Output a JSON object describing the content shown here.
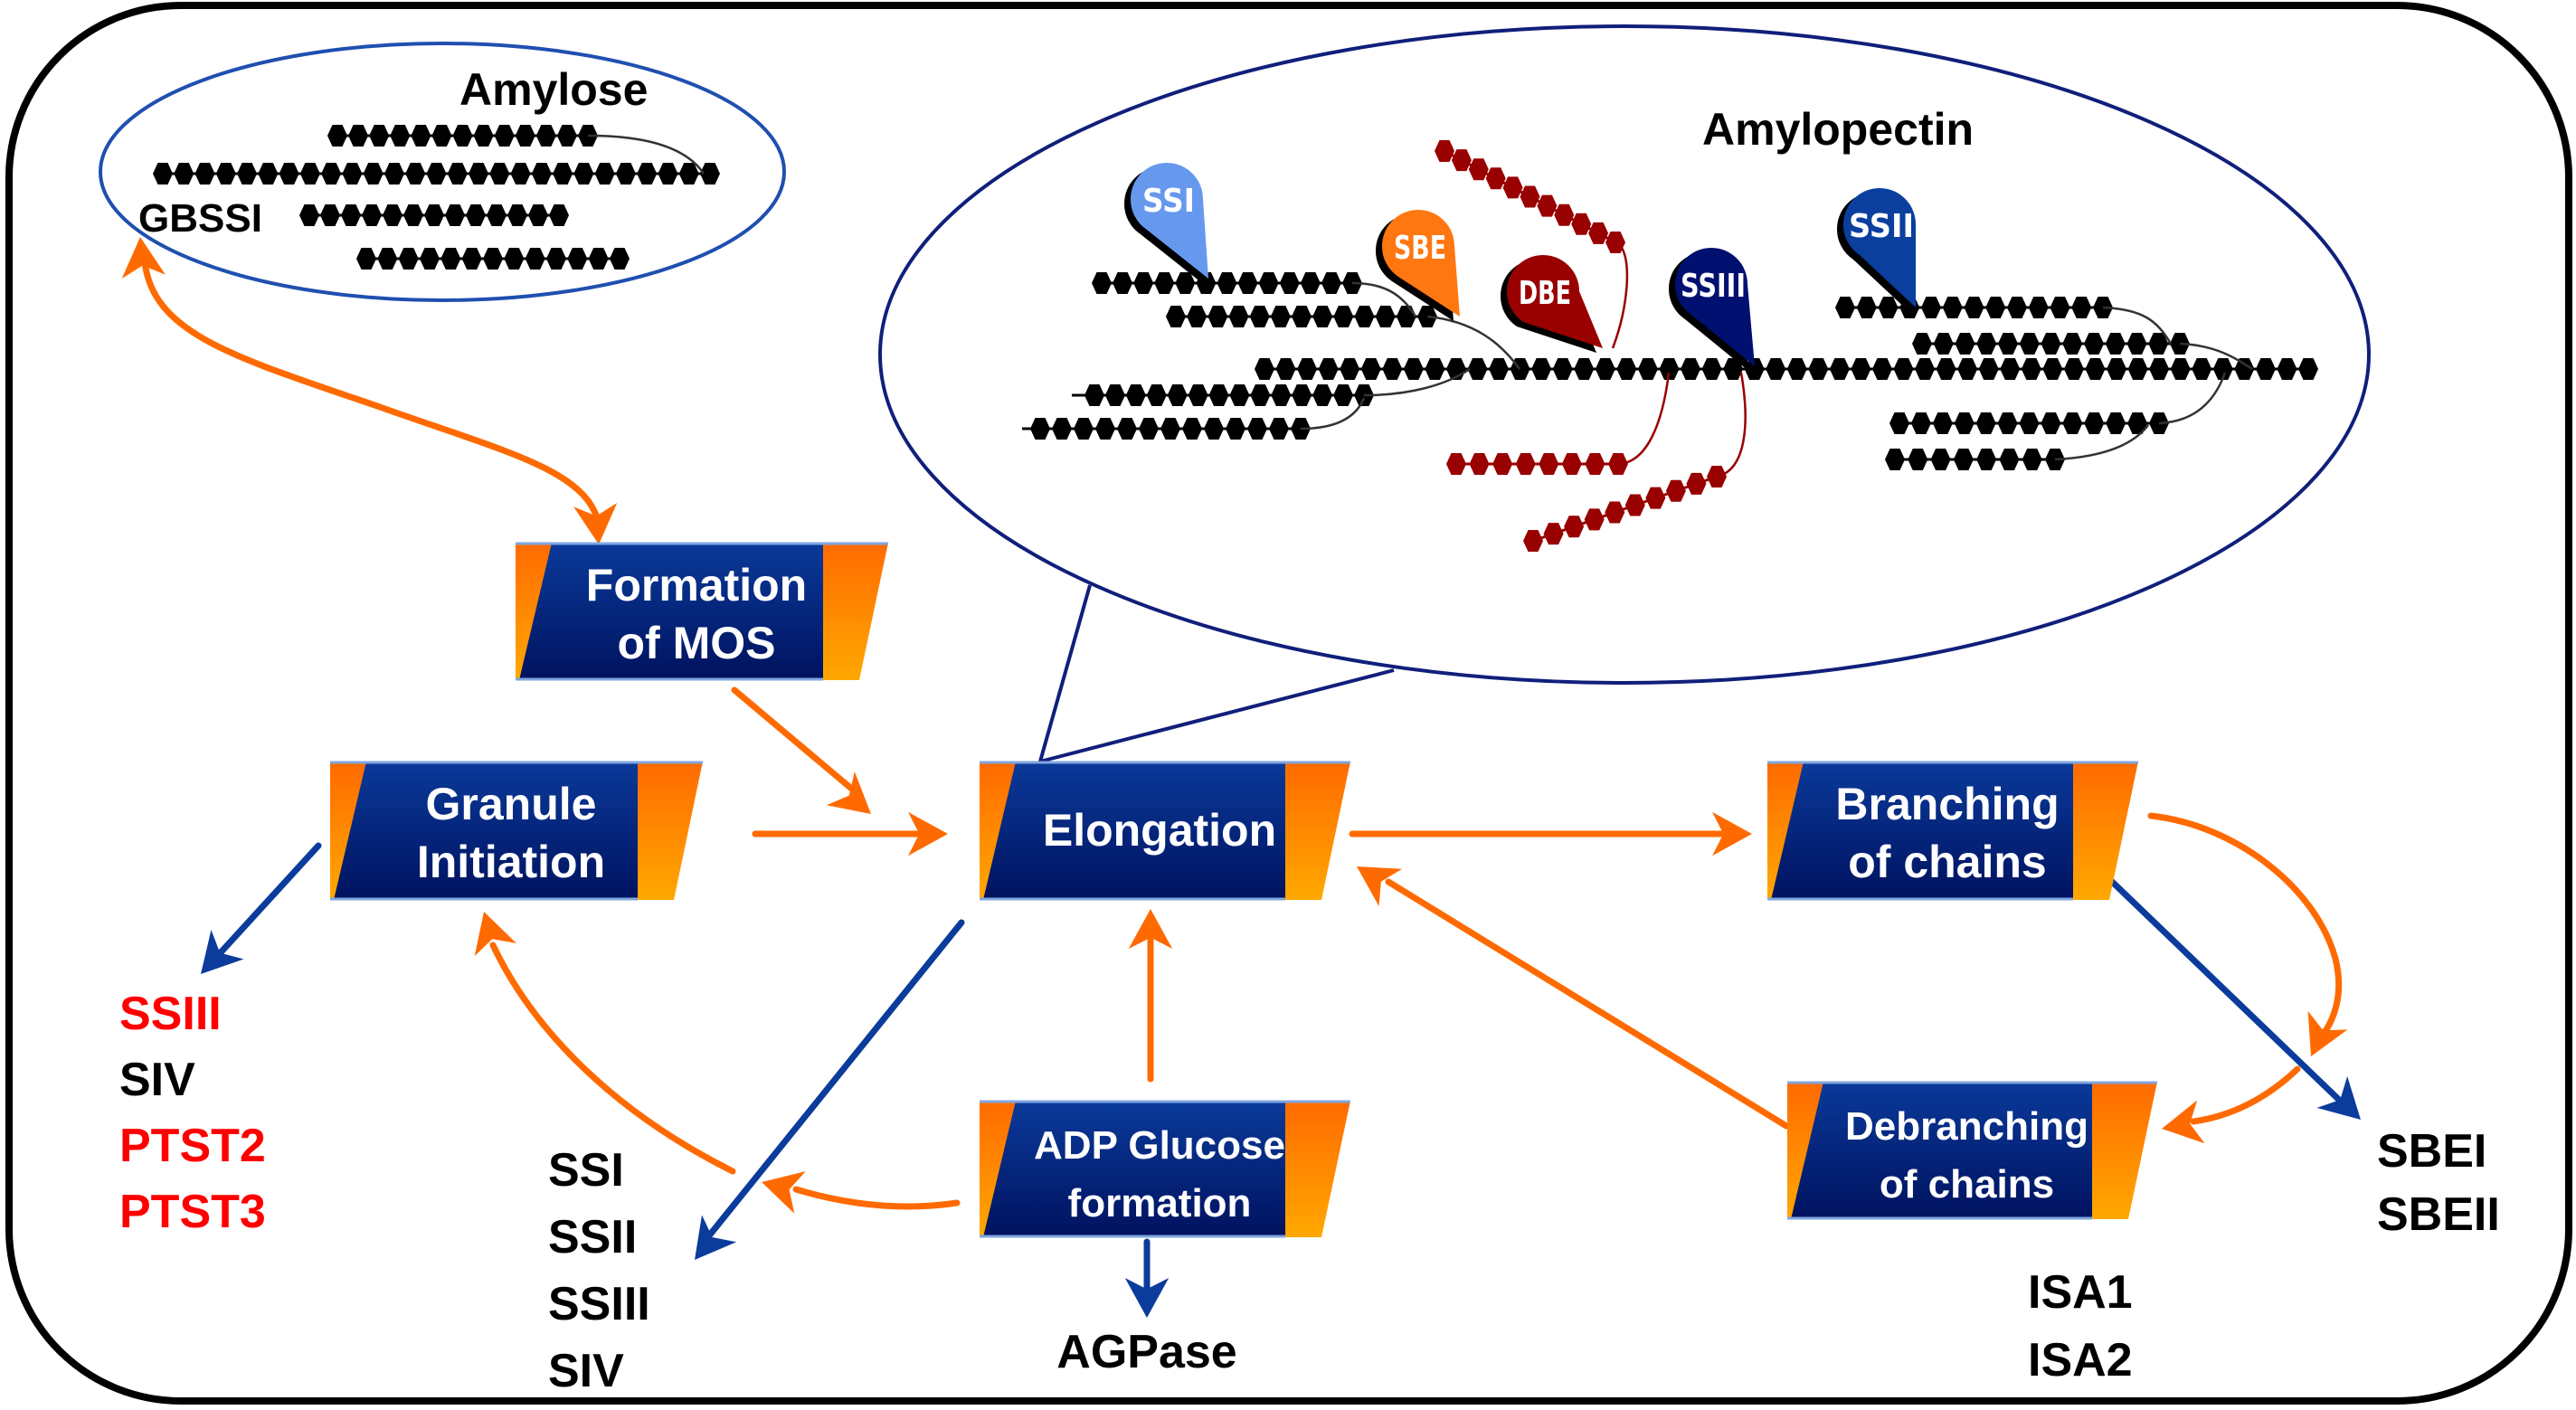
{
  "colors": {
    "frame": "#000000",
    "ellipse": "#1a2a8c",
    "amylose_ellipse": "#1f4fb0",
    "orange": "#ff6a00",
    "orange_light": "#ffa500",
    "blue_arrow": "#0b3c9c",
    "box_top": "#0a3a9a",
    "box_bottom": "#00125f",
    "bead": "#000000",
    "bead_red": "#990000",
    "text_black": "#000000",
    "text_red": "#ff0000",
    "pin_ssi": "#6699ee",
    "pin_sbe": "#ff7711",
    "pin_dbe": "#990000",
    "pin_ssiii": "#001070",
    "pin_ssii": "#0a3f9e"
  },
  "amylose": {
    "title": "Amylose",
    "enzyme_label": "GBSSI"
  },
  "amylopectin": {
    "title": "Amylopectin",
    "pins": [
      {
        "id": "ssi",
        "label": "SSI",
        "color_key": "pin_ssi"
      },
      {
        "id": "sbe",
        "label": "SBE",
        "color_key": "pin_sbe"
      },
      {
        "id": "dbe",
        "label": "DBE",
        "color_key": "pin_dbe"
      },
      {
        "id": "ssiii",
        "label": "SSIII",
        "color_key": "pin_ssiii"
      },
      {
        "id": "ssii",
        "label": "SSII",
        "color_key": "pin_ssii"
      }
    ]
  },
  "processes": {
    "formation_mos": {
      "line1": "Formation",
      "line2": "of MOS"
    },
    "granule_initiation": {
      "line1": "Granule",
      "line2": "Initiation"
    },
    "elongation": {
      "line1": "Elongation"
    },
    "branching": {
      "line1": "Branching",
      "line2": "of chains"
    },
    "adp_glucose": {
      "line1": "ADP Glucose",
      "line2": "formation"
    },
    "debranching": {
      "line1": "Debranching",
      "line2": "of chains"
    }
  },
  "enzyme_lists": {
    "granule_initiation": [
      {
        "label": "SSIII",
        "highlight": true
      },
      {
        "label": "SIV",
        "highlight": false
      },
      {
        "label": "PTST2",
        "highlight": true
      },
      {
        "label": "PTST3",
        "highlight": true
      }
    ],
    "elongation": [
      {
        "label": "SSI",
        "highlight": false
      },
      {
        "label": "SSII",
        "highlight": false
      },
      {
        "label": "SSIII",
        "highlight": false
      },
      {
        "label": "SIV",
        "highlight": false
      }
    ],
    "adp_glucose": [
      {
        "label": "AGPase",
        "highlight": false
      }
    ],
    "branching": [
      {
        "label": "SBEI",
        "highlight": false
      },
      {
        "label": "SBEII",
        "highlight": false
      }
    ],
    "debranching": [
      {
        "label": "ISA1",
        "highlight": false
      },
      {
        "label": "ISA2",
        "highlight": false
      }
    ]
  }
}
